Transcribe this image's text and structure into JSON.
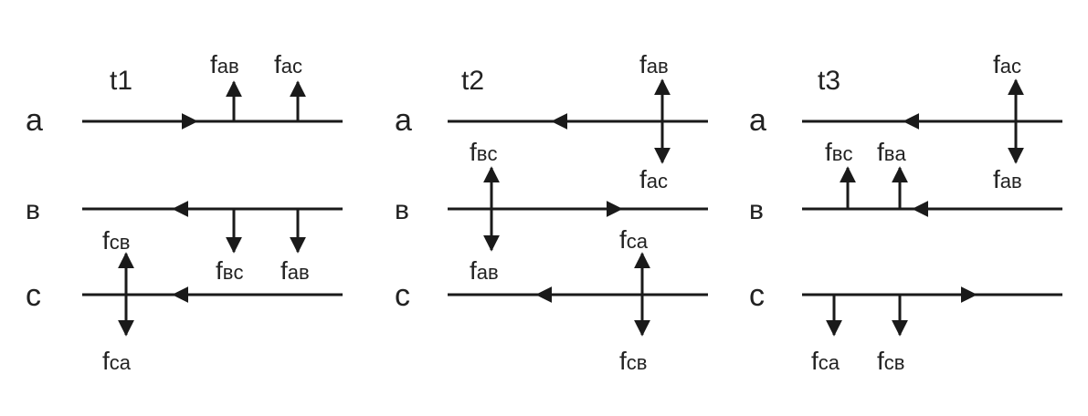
{
  "panels": [
    {
      "time_label": "t1",
      "wires": [
        "a",
        "в",
        "c"
      ],
      "force_labels": [
        {
          "f": "f",
          "sub": "aв"
        },
        {
          "f": "f",
          "sub": "ac"
        },
        {
          "f": "f",
          "sub": "вc"
        },
        {
          "f": "f",
          "sub": "aв"
        },
        {
          "f": "f",
          "sub": "cв"
        },
        {
          "f": "f",
          "sub": "ca"
        }
      ]
    },
    {
      "time_label": "t2",
      "wires": [
        "a",
        "в",
        "c"
      ],
      "force_labels": [
        {
          "f": "f",
          "sub": "aв"
        },
        {
          "f": "f",
          "sub": "ac"
        },
        {
          "f": "f",
          "sub": "вc"
        },
        {
          "f": "f",
          "sub": "aв"
        },
        {
          "f": "f",
          "sub": "ca"
        },
        {
          "f": "f",
          "sub": "cв"
        }
      ]
    },
    {
      "time_label": "t3",
      "wires": [
        "a",
        "в",
        "c"
      ],
      "force_labels": [
        {
          "f": "f",
          "sub": "ac"
        },
        {
          "f": "f",
          "sub": "aв"
        },
        {
          "f": "f",
          "sub": "вc"
        },
        {
          "f": "f",
          "sub": "вa"
        },
        {
          "f": "f",
          "sub": "ca"
        },
        {
          "f": "f",
          "sub": "cв"
        }
      ]
    }
  ],
  "colors": {
    "ink": "#1a1a1a",
    "background": "#ffffff"
  }
}
